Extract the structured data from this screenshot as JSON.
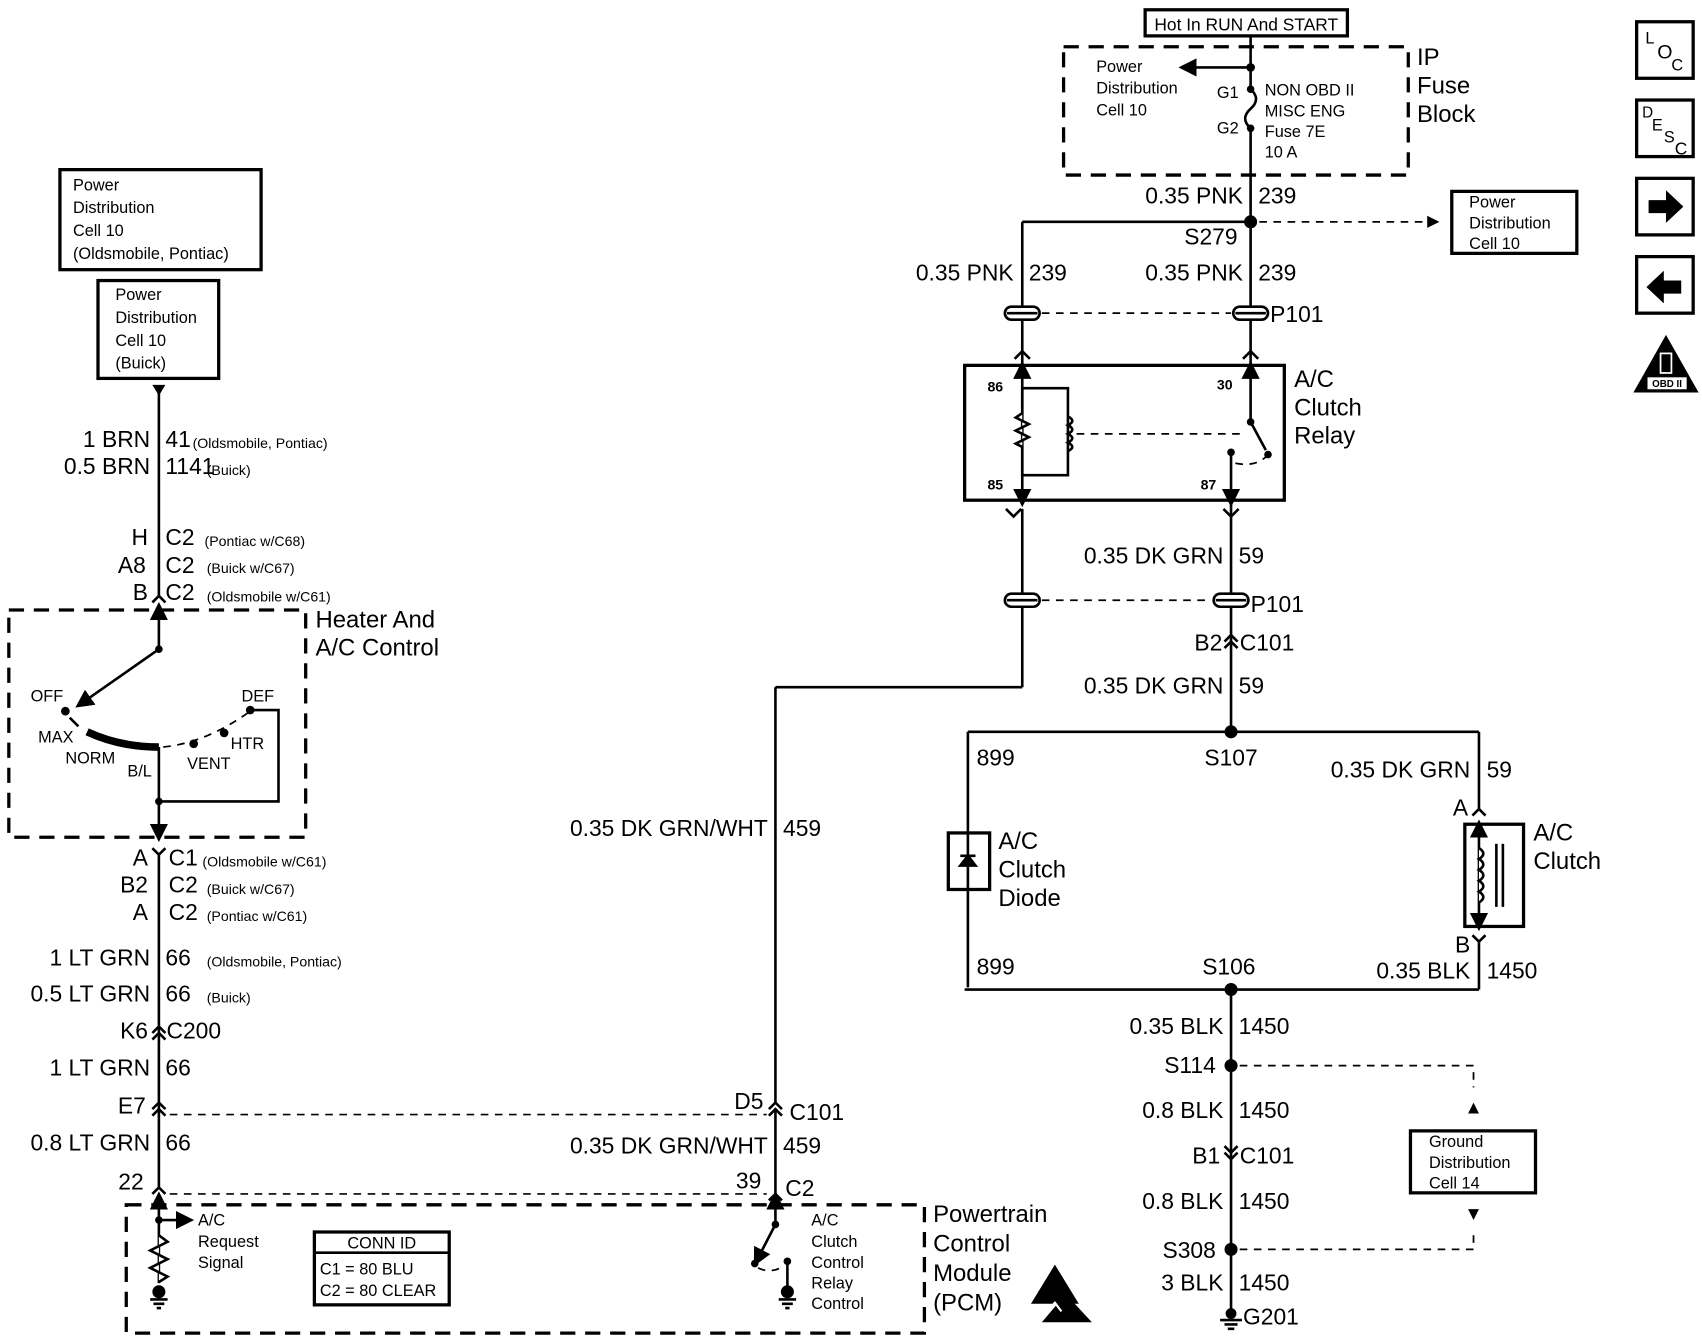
{
  "top": {
    "hot_label": "Hot In RUN And START",
    "fuse_block": {
      "title": [
        "IP",
        "Fuse",
        "Block"
      ],
      "power_ref": [
        "Power",
        "Distribution",
        "Cell 10"
      ],
      "pins": [
        "G1",
        "G2"
      ],
      "fuse": [
        "NON OBD II",
        "MISC ENG",
        "Fuse 7E",
        "10 A"
      ]
    },
    "power_ref_right": [
      "Power",
      "Distribution",
      "Cell 10"
    ]
  },
  "left": {
    "power_box_1": [
      "Power",
      "Distribution",
      "Cell 10",
      "(Oldsmobile, Pontiac)"
    ],
    "power_box_2": [
      "Power",
      "Distribution",
      "Cell 10",
      "(Buick)"
    ],
    "wire1": [
      {
        "gauge": "1 BRN",
        "circuit": "41",
        "note": "(Oldsmobile, Pontiac)"
      },
      {
        "gauge": "0.5 BRN",
        "circuit": "1141",
        "note": "(Buick)"
      }
    ],
    "conn_top": [
      {
        "pin": "H",
        "conn": "C2",
        "note": "(Pontiac w/C68)"
      },
      {
        "pin": "A8",
        "conn": "C2",
        "note": "(Buick w/C67)"
      },
      {
        "pin": "B",
        "conn": "C2",
        "note": "(Oldsmobile w/C61)"
      }
    ],
    "hvac": {
      "title": [
        "Heater And",
        "A/C Control"
      ],
      "positions": [
        "OFF",
        "MAX",
        "NORM",
        "B/L",
        "VENT",
        "HTR",
        "DEF"
      ]
    },
    "conn_bottom": [
      {
        "pin": "A",
        "conn": "C1",
        "note": "(Oldsmobile w/C61)"
      },
      {
        "pin": "B2",
        "conn": "C2",
        "note": "(Buick w/C67)"
      },
      {
        "pin": "A",
        "conn": "C2",
        "note": "(Pontiac w/C61)"
      }
    ],
    "wire2": [
      {
        "gauge": "1 LT GRN",
        "circuit": "66",
        "note": "(Oldsmobile, Pontiac)"
      },
      {
        "gauge": "0.5 LT GRN",
        "circuit": "66",
        "note": "(Buick)"
      }
    ],
    "c200": {
      "pin": "K6",
      "conn": "C200"
    },
    "wire3": {
      "gauge": "1 LT GRN",
      "circuit": "66"
    },
    "e7": "E7",
    "wire4": {
      "gauge": "0.8 LT GRN",
      "circuit": "66"
    },
    "pin22": "22"
  },
  "pcm": {
    "title": [
      "Powertrain",
      "Control",
      "Module",
      "(PCM)"
    ],
    "request": [
      "A/C",
      "Request",
      "Signal"
    ],
    "relay_ctrl": [
      "A/C",
      "Clutch",
      "Control",
      "Relay",
      "Control"
    ],
    "conn_id": {
      "title": "CONN ID",
      "rows": [
        "C1 = 80 BLU",
        "C2 = 80 CLEAR"
      ]
    }
  },
  "middle": {
    "wire_a": {
      "gauge": "0.35 DK GRN/WHT",
      "circuit": "459"
    },
    "d5": {
      "pin": "D5",
      "conn": "C101"
    },
    "wire_b": {
      "gauge": "0.35 DK GRN/WHT",
      "circuit": "459"
    },
    "p39": {
      "pin": "39",
      "conn": "C2"
    }
  },
  "right": {
    "top_wire": {
      "gauge": "0.35 PNK",
      "circuit": "239"
    },
    "splice_s279": "S279",
    "left_pnk": {
      "gauge": "0.35 PNK",
      "circuit": "239"
    },
    "right_pnk": {
      "gauge": "0.35 PNK",
      "circuit": "239"
    },
    "p101": "P101",
    "relay": {
      "title": [
        "A/C",
        "Clutch",
        "Relay"
      ],
      "pins": [
        "86",
        "85",
        "30",
        "87"
      ]
    },
    "dkgrn1": {
      "gauge": "0.35 DK GRN",
      "circuit": "59"
    },
    "p101b": "P101",
    "b2": {
      "pin": "B2",
      "conn": "C101"
    },
    "dkgrn2": {
      "gauge": "0.35 DK GRN",
      "circuit": "59"
    },
    "s107": "S107",
    "c899_top": "899",
    "c899_bot": "899",
    "dkgrn3": {
      "gauge": "0.35 DK GRN",
      "circuit": "59"
    },
    "diode": [
      "A/C",
      "Clutch",
      "Diode"
    ],
    "clutch": {
      "title": [
        "A/C",
        "Clutch"
      ],
      "pin_a": "A",
      "pin_b": "B"
    },
    "blk1": {
      "gauge": "0.35 BLK",
      "circuit": "1450"
    },
    "s106": "S106",
    "blk2": {
      "gauge": "0.35 BLK",
      "circuit": "1450"
    },
    "s114": "S114",
    "blk3": {
      "gauge": "0.8 BLK",
      "circuit": "1450"
    },
    "b1": {
      "pin": "B1",
      "conn": "C101"
    },
    "blk4": {
      "gauge": "0.8 BLK",
      "circuit": "1450"
    },
    "s308": "S308",
    "blk5": {
      "gauge": "3 BLK",
      "circuit": "1450"
    },
    "g201": "G201",
    "ground_ref": [
      "Ground",
      "Distribution",
      "Cell 14"
    ]
  },
  "nav": {
    "loc": [
      "L",
      "O",
      "C"
    ],
    "desc": [
      "D",
      "E",
      "S",
      "C"
    ],
    "obd": "OBD II"
  }
}
